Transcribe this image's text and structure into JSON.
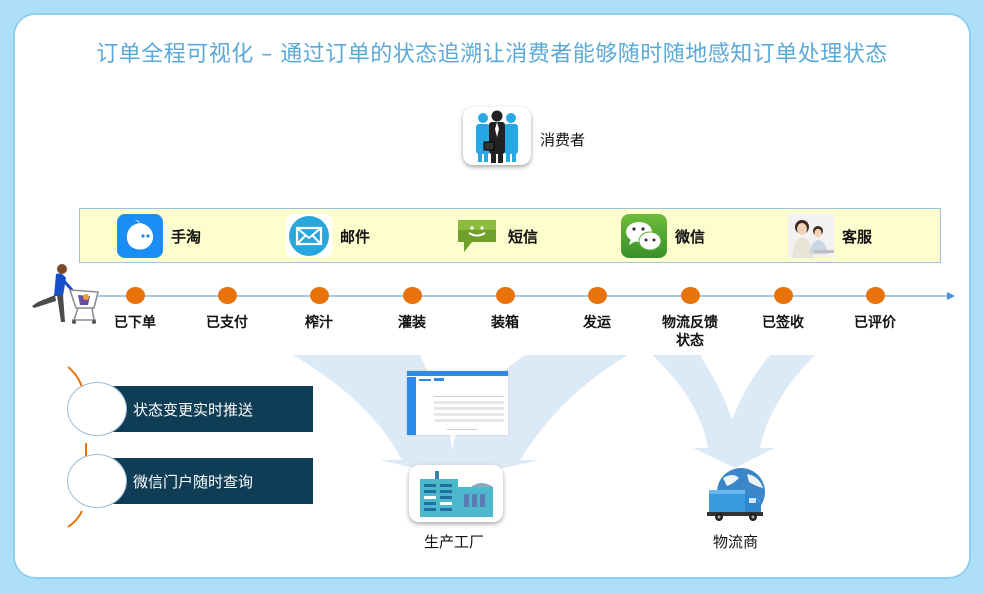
{
  "title": "订单全程可视化 – 通过订单的状态追溯让消费者能够随时随地感知订单处理状态",
  "consumer": {
    "label": "消费者",
    "icon": "business-people-icon"
  },
  "channels": [
    {
      "label": "手淘",
      "icon": "shoutao-app-icon",
      "color": "#1a8ef5"
    },
    {
      "label": "邮件",
      "icon": "email-envelope-icon",
      "color": "#29a7dc"
    },
    {
      "label": "短信",
      "icon": "sms-chat-icon",
      "color": "#6fa12a"
    },
    {
      "label": "微信",
      "icon": "wechat-icon",
      "color": "#4ea23a"
    },
    {
      "label": "客服",
      "icon": "customer-service-icon",
      "color": "#d9d9d9"
    }
  ],
  "timeline": {
    "steps": [
      {
        "label": "已下单"
      },
      {
        "label": "已支付"
      },
      {
        "label": "榨汁"
      },
      {
        "label": "灌装"
      },
      {
        "label": "装箱"
      },
      {
        "label": "发运"
      },
      {
        "label": "物流反馈状态"
      },
      {
        "label": "已签收"
      },
      {
        "label": "已评价"
      }
    ],
    "dot_color": "#e8720c",
    "line_color": "#a9c8e4"
  },
  "features": [
    {
      "label": "状态变更实时推送"
    },
    {
      "label": "微信门户随时查询"
    }
  ],
  "nodes": {
    "factory": {
      "label": "生产工厂",
      "icon": "factory-building-icon"
    },
    "logistics": {
      "label": "物流商",
      "icon": "globe-truck-icon"
    }
  },
  "colors": {
    "title": "#5aa9d8",
    "frame": "#aedff9",
    "channel_bar": "#fefdcd",
    "feature_bar": "#0f3d55",
    "flow_arrow": "#dce9f6"
  }
}
